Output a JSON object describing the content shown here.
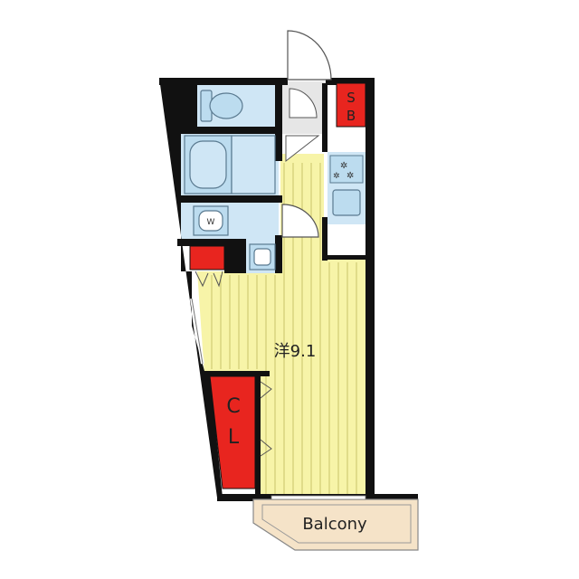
{
  "plan": {
    "room_label": "洋9.1",
    "closet_label_line1": "C",
    "closet_label_line2": "L",
    "storage_label_line1": "S",
    "storage_label_line2": "B",
    "washer_label": "W",
    "balcony_label": "Balcony"
  },
  "colors": {
    "wall": "#111111",
    "floor": "#f7f4a8",
    "floor_lines": "#c9c46a",
    "wet_area": "#cfe6f5",
    "fixture": "#bcdcef",
    "storage": "#e8251f",
    "balcony": "#f5e3c8",
    "entrance_floor": "#e6e6e6"
  }
}
